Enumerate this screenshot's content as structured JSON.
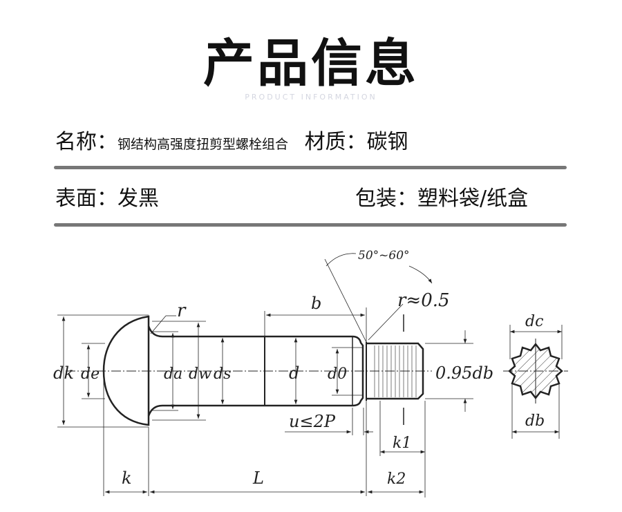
{
  "header": {
    "title": "产品信息",
    "subtitle": "PRODUCT INFORMATION"
  },
  "info": {
    "name_label": "名称：",
    "name_value": "钢结构高强度扭剪型螺栓组合",
    "material_label": "材质：",
    "material_value": "碳钢",
    "surface_label": "表面：",
    "surface_value": "发黑",
    "packing_label": "包装：",
    "packing_value": "塑料袋/纸盒"
  },
  "drawing": {
    "angle": "50°~60°",
    "r_head": "r",
    "b": "b",
    "r_neck": "r≈0.5",
    "dk": "dk",
    "de": "de",
    "da": "da",
    "dw": "dw",
    "ds": "ds",
    "d": "d",
    "d0": "d0",
    "tip": "0.95db",
    "dc": "dc",
    "db": "db",
    "u": "u≤2P",
    "k1": "k1",
    "k": "k",
    "L": "L",
    "k2": "k2"
  }
}
